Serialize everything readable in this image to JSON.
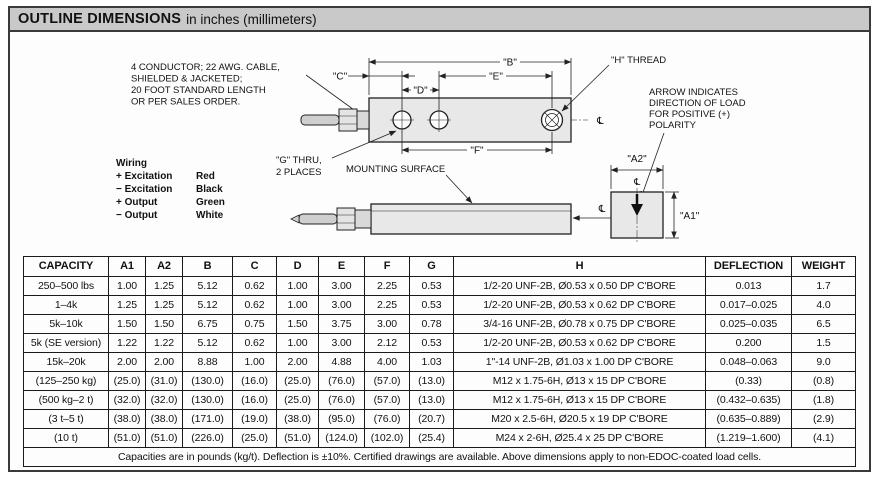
{
  "header": {
    "title": "OUTLINE DIMENSIONS",
    "subtitle": "in inches (millimeters)"
  },
  "drawing": {
    "cable_note_lines": [
      "4 CONDUCTOR; 22 AWG. CABLE,",
      "SHIELDED & JACKETED;",
      "20 FOOT STANDARD LENGTH",
      "OR PER SALES ORDER."
    ],
    "wiring": {
      "title": "Wiring",
      "rows": [
        [
          "+ Excitation",
          "Red"
        ],
        [
          "− Excitation",
          "Black"
        ],
        [
          "+ Output",
          "Green"
        ],
        [
          "− Output",
          "White"
        ]
      ]
    },
    "dims": {
      "b": "\"B\"",
      "c": "\"C\"",
      "d": "\"D\"",
      "e": "\"E\"",
      "f": "\"F\"",
      "a1": "\"A1\"",
      "a2": "\"A2\""
    },
    "h_thread_label": "\"H\" THREAD",
    "g_thru_lines": [
      "\"G\" THRU,",
      "2 PLACES"
    ],
    "mounting_surface_label": "MOUNTING SURFACE",
    "arrow_note_lines": [
      "ARROW INDICATES",
      "DIRECTION OF LOAD",
      "FOR POSITIVE (+)",
      "POLARITY"
    ],
    "centerline_symbol": "℄"
  },
  "table": {
    "columns": [
      "CAPACITY",
      "A1",
      "A2",
      "B",
      "C",
      "D",
      "E",
      "F",
      "G",
      "H",
      "DEFLECTION",
      "WEIGHT"
    ],
    "rows": [
      [
        "250–500 lbs",
        "1.00",
        "1.25",
        "5.12",
        "0.62",
        "1.00",
        "3.00",
        "2.25",
        "0.53",
        "1/2-20 UNF-2B, Ø0.53 x 0.50 DP C'BORE",
        "0.013",
        "1.7"
      ],
      [
        "1–4k",
        "1.25",
        "1.25",
        "5.12",
        "0.62",
        "1.00",
        "3.00",
        "2.25",
        "0.53",
        "1/2-20 UNF-2B, Ø0.53 x 0.62 DP C'BORE",
        "0.017–0.025",
        "4.0"
      ],
      [
        "5k–10k",
        "1.50",
        "1.50",
        "6.75",
        "0.75",
        "1.50",
        "3.75",
        "3.00",
        "0.78",
        "3/4-16 UNF-2B, Ø0.78 x 0.75 DP C'BORE",
        "0.025–0.035",
        "6.5"
      ],
      [
        "5k (SE version)",
        "1.22",
        "1.22",
        "5.12",
        "0.62",
        "1.00",
        "3.00",
        "2.12",
        "0.53",
        "1/2-20 UNF-2B, Ø0.53 x 0.62 DP C'BORE",
        "0.200",
        "1.5"
      ],
      [
        "15k–20k",
        "2.00",
        "2.00",
        "8.88",
        "1.00",
        "2.00",
        "4.88",
        "4.00",
        "1.03",
        "1\"-14 UNF-2B, Ø1.03 x 1.00 DP C'BORE",
        "0.048–0.063",
        "9.0"
      ],
      [
        "(125–250 kg)",
        "(25.0)",
        "(31.0)",
        "(130.0)",
        "(16.0)",
        "(25.0)",
        "(76.0)",
        "(57.0)",
        "(13.0)",
        "M12 x 1.75-6H, Ø13 x 15 DP C'BORE",
        "(0.33)",
        "(0.8)"
      ],
      [
        "(500 kg–2 t)",
        "(32.0)",
        "(32.0)",
        "(130.0)",
        "(16.0)",
        "(25.0)",
        "(76.0)",
        "(57.0)",
        "(13.0)",
        "M12 x 1.75-6H, Ø13 x 15 DP C'BORE",
        "(0.432–0.635)",
        "(1.8)"
      ],
      [
        "(3 t–5 t)",
        "(38.0)",
        "(38.0)",
        "(171.0)",
        "(19.0)",
        "(38.0)",
        "(95.0)",
        "(76.0)",
        "(20.7)",
        "M20 x 2.5-6H, Ø20.5 x 19 DP C'BORE",
        "(0.635–0.889)",
        "(2.9)"
      ],
      [
        "(10 t)",
        "(51.0)",
        "(51.0)",
        "(226.0)",
        "(25.0)",
        "(51.0)",
        "(124.0)",
        "(102.0)",
        "(25.4)",
        "M24 x 2-6H, Ø25.4 x 25 DP C'BORE",
        "(1.219–1.600)",
        "(4.1)"
      ]
    ],
    "footnote": "Capacities are in pounds (kg/t). Deflection is ±10%. Certified drawings are available. Above dimensions apply to non-EDOC-coated load cells."
  }
}
